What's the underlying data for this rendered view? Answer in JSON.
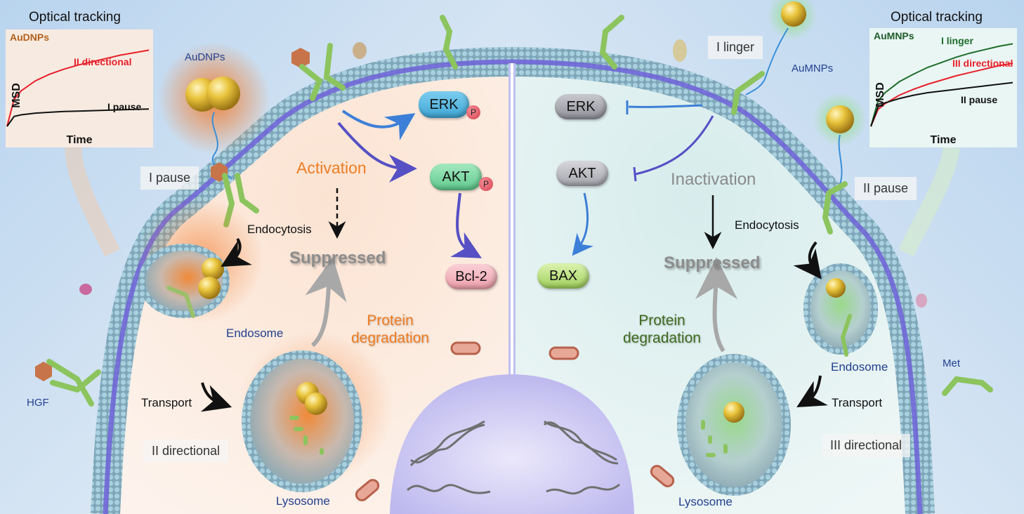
{
  "left_panel": {
    "optical_tracking_title": "Optical tracking",
    "nanoparticle_label": "AuDNPs",
    "receptor_ligand_label": "HGF",
    "stage_tags": [
      "I pause",
      "II directional"
    ],
    "process_labels": {
      "endocytosis": "Endocytosis",
      "transport": "Transport",
      "endosome": "Endosome",
      "lysosome": "Lysosome"
    },
    "signal_state": "Activation",
    "outcome": "Suppressed",
    "degradation": [
      "Protein",
      "degradation"
    ],
    "proteins": {
      "erk": "ERK",
      "akt": "AKT",
      "bcl2": "Bcl-2",
      "phospho": "P"
    }
  },
  "right_panel": {
    "optical_tracking_title": "Optical tracking",
    "nanoparticle_label": "AuMNPs",
    "receptor_label": "Met",
    "stage_tags": [
      "I linger",
      "II pause",
      "III directional"
    ],
    "process_labels": {
      "endocytosis": "Endocytosis",
      "transport": "Transport",
      "endosome": "Endosome",
      "lysosome": "Lysosome"
    },
    "signal_state": "Inactivation",
    "outcome": "Suppressed",
    "degradation": [
      "Protein",
      "degradation"
    ],
    "proteins": {
      "erk": "ERK",
      "akt": "AKT",
      "bax": "BAX"
    }
  },
  "colors": {
    "left_bg": "#fbe6d6",
    "right_bg": "#def0ef",
    "membrane_bead": "#8fbcd0",
    "membrane_core": "#6e63d8",
    "receptor": "#8cc45e",
    "gold": "#e8c33a",
    "erk_active": "#4fb4dd",
    "akt_active": "#7fd9a5",
    "bcl2": "#f4b4bd",
    "bax": "#b9e07c",
    "inactive": "#b0b0b5",
    "series_red": "#e8202a",
    "series_black": "#111111",
    "series_green": "#1f6e2a"
  },
  "chart_data": [
    {
      "type": "line",
      "title": "AuDNPs",
      "xlabel": "Time",
      "ylabel": "MSD",
      "grid": false,
      "x": [
        0,
        0.05,
        0.1,
        0.2,
        0.3,
        0.4,
        0.5,
        0.6,
        0.7,
        0.8,
        0.9,
        1.0
      ],
      "series": [
        {
          "name": "II directional",
          "color": "#e8202a",
          "values": [
            0,
            0.33,
            0.43,
            0.55,
            0.63,
            0.69,
            0.74,
            0.78,
            0.82,
            0.86,
            0.89,
            0.92
          ]
        },
        {
          "name": "I pause",
          "color": "#111111",
          "values": [
            0,
            0.12,
            0.14,
            0.16,
            0.17,
            0.18,
            0.185,
            0.19,
            0.195,
            0.2,
            0.205,
            0.21
          ]
        }
      ],
      "xlim": [
        0,
        1
      ],
      "ylim": [
        0,
        1
      ]
    },
    {
      "type": "line",
      "title": "AuMNPs",
      "xlabel": "Time",
      "ylabel": "MSD",
      "grid": false,
      "x": [
        0,
        0.05,
        0.1,
        0.2,
        0.3,
        0.4,
        0.5,
        0.6,
        0.7,
        0.8,
        0.9,
        1.0
      ],
      "series": [
        {
          "name": "I linger",
          "color": "#1f6e2a",
          "values": [
            0,
            0.3,
            0.4,
            0.53,
            0.62,
            0.7,
            0.76,
            0.82,
            0.87,
            0.91,
            0.95,
            0.98
          ]
        },
        {
          "name": "III directional",
          "color": "#e8202a",
          "values": [
            0,
            0.2,
            0.27,
            0.37,
            0.44,
            0.5,
            0.55,
            0.6,
            0.64,
            0.68,
            0.72,
            0.75
          ]
        },
        {
          "name": "II pause",
          "color": "#111111",
          "values": [
            0,
            0.23,
            0.28,
            0.33,
            0.37,
            0.4,
            0.42,
            0.44,
            0.46,
            0.48,
            0.5,
            0.52
          ]
        }
      ],
      "xlim": [
        0,
        1
      ],
      "ylim": [
        0,
        1
      ]
    }
  ]
}
